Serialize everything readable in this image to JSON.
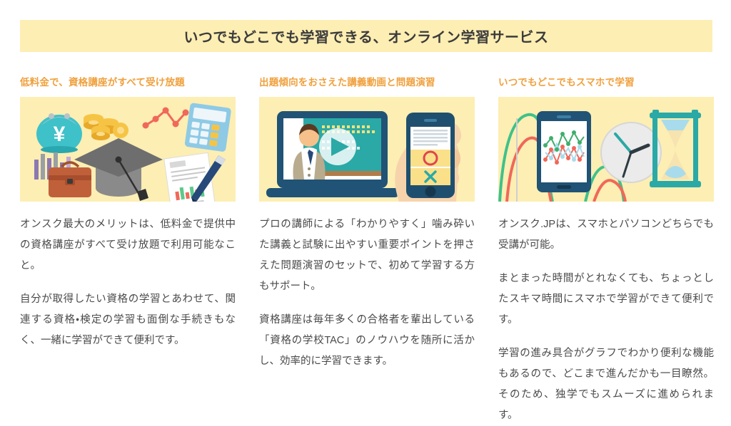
{
  "banner": {
    "title": "いつでもどこでも学習できる、オンライン学習サービス"
  },
  "theme": {
    "banner_bg": "#fdeeb3",
    "illustration_bg": "#fdeeb3",
    "heading_color": "#f0a03c",
    "body_color": "#4a4a4a",
    "title_color": "#3b3b3b",
    "page_bg": "#ffffff"
  },
  "columns": [
    {
      "heading": "低料金で、資格講座がすべて受け放題",
      "illustration": {
        "name": "study-cost-illustration",
        "items": [
          "coin-purse-icon",
          "yen-symbol",
          "coin-stack-icon",
          "line-chart-icon",
          "calculator-icon",
          "bar-chart-icon",
          "briefcase-icon",
          "graduation-cap-icon",
          "document-chart-icon",
          "pen-icon"
        ]
      },
      "paragraphs": [
        "オンスク最大のメリットは、低料金で提供中の資格講座がすべて受け放題で利用可能なこと。",
        "自分が取得したい資格の学習とあわせて、関連する資格・検定の学習も面倒な手続きもなく、一緒に学習ができて便利です。"
      ]
    },
    {
      "heading": "出題傾向をおさえた講義動画と問題演習",
      "illustration": {
        "name": "video-lecture-illustration",
        "items": [
          "laptop-icon",
          "instructor-figure",
          "chalkboard",
          "play-button-icon",
          "hand-icon",
          "smartphone-icon",
          "circle-answer-icon",
          "cross-answer-icon"
        ]
      },
      "paragraphs": [
        "プロの講師による「わかりやすく」噛み砕いた講義と試験に出やすい重要ポイントを押さえた問題演習のセットで、初めて学習する方もサポート。",
        "資格講座は毎年多くの合格者を輩出している「資格の学校TAC」のノウハウを随所に活かし、効率的に学習できます。"
      ]
    },
    {
      "heading": "いつでもどこでもスマホで学習",
      "illustration": {
        "name": "anytime-anywhere-illustration",
        "items": [
          "tablet-icon",
          "line-chart-icon",
          "clock-icon",
          "hourglass-icon",
          "curve-decoration"
        ]
      },
      "paragraphs": [
        "オンスク.JPは、スマホとパソコンどちらでも受講が可能。",
        "まとまった時間がとれなくても、ちょっとしたスキマ時間にスマホで学習ができて便利です。",
        "学習の進み具合がグラフでわかり便利な機能もあるので、どこまで進んだかも一目瞭然。そのため、独学でもスムーズに進められます。"
      ]
    }
  ]
}
